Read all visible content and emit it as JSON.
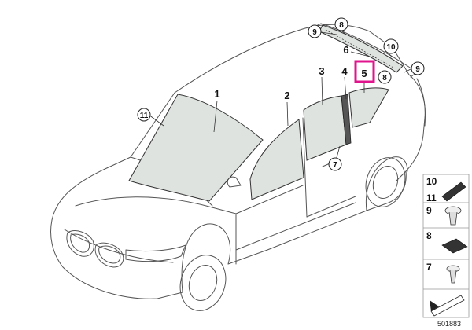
{
  "diagram": {
    "drawing_number": "501883",
    "highlight_color": "#e0148c",
    "glass_color": "#dfe3e0",
    "part_labels": [
      {
        "id": "p1",
        "text": "1"
      },
      {
        "id": "p2",
        "text": "2"
      },
      {
        "id": "p3",
        "text": "3"
      },
      {
        "id": "p4",
        "text": "4"
      },
      {
        "id": "p5",
        "text": "5"
      },
      {
        "id": "p6",
        "text": "6"
      }
    ],
    "circled_labels": [
      {
        "id": "c11",
        "text": "11"
      },
      {
        "id": "c9a",
        "text": "9"
      },
      {
        "id": "c8a",
        "text": "8"
      },
      {
        "id": "c10",
        "text": "10"
      },
      {
        "id": "c9b",
        "text": "9"
      },
      {
        "id": "c8b",
        "text": "8"
      },
      {
        "id": "c7",
        "text": "7"
      }
    ],
    "legend": [
      {
        "id": "l1011",
        "text_a": "10",
        "text_b": "11"
      },
      {
        "id": "l9",
        "text": "9"
      },
      {
        "id": "l8",
        "text": "8"
      },
      {
        "id": "l7",
        "text": "7"
      }
    ]
  }
}
